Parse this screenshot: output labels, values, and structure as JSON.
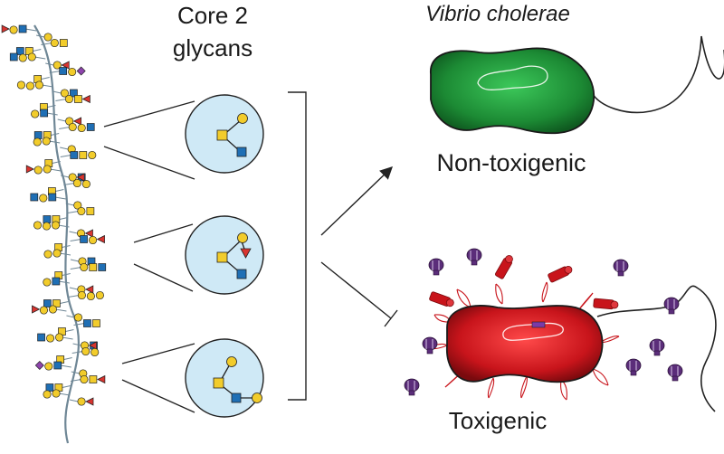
{
  "labels": {
    "core_title_line1": "Core 2",
    "core_title_line2": "glycans",
    "organism": "Vibrio cholerae",
    "nontoxigenic": "Non-toxigenic",
    "toxigenic": "Toxigenic"
  },
  "colors": {
    "circle_fill": "#cfe9f6",
    "galactose_yellow": "#f2cc2b",
    "glcnac_blue": "#1f6fb5",
    "fucose_red": "#d9342f",
    "sialic_purple": "#8e44ad",
    "nontox_green": "#1c8a34",
    "tox_red": "#c8141b",
    "toxin_purple": "#5b2d7a"
  }
}
